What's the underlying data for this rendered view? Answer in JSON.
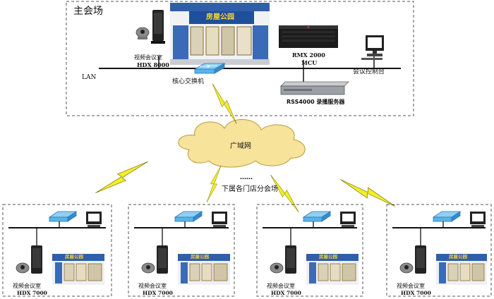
{
  "main_site": {
    "title": "主会场",
    "lan_label": "LAN",
    "room_label": "视频会议室",
    "room_model": "HDX 8000",
    "store_sign": "房屋公园",
    "mcu_label_line1": "RMX 2000",
    "mcu_label_line2": "MCU",
    "console_label": "会议控制台",
    "core_switch_label": "核心交换机",
    "recorder_label": "RSS4000 录播服务器"
  },
  "wan": {
    "cloud_label": "广域网",
    "ellipsis": "……",
    "branch_caption": "下属各门店分会场"
  },
  "branches": [
    {
      "room_label": "视频会议室",
      "room_model": "HDX 7000",
      "store_sign": "房屋公园"
    },
    {
      "room_label": "视频会议室",
      "room_model": "HDX 7000",
      "store_sign": "房屋公园"
    },
    {
      "room_label": "视频会议室",
      "room_model": "HDX 7000",
      "store_sign": "房屋公园"
    },
    {
      "room_label": "视频会议室",
      "room_model": "HDX 7000",
      "store_sign": "房屋公园"
    }
  ],
  "colors": {
    "lightning": "#f2ee2a",
    "cloud": "#f7e39a",
    "switch": "#5ab3e8",
    "store_front": "#2f5fa8",
    "sign_text": "#f6d23a"
  },
  "icons": [
    "video-codec-icon",
    "network-switch-icon",
    "pc-monitor-icon",
    "rack-server-icon",
    "storefront-photo-icon",
    "lightning-link-icon",
    "cloud-icon"
  ]
}
